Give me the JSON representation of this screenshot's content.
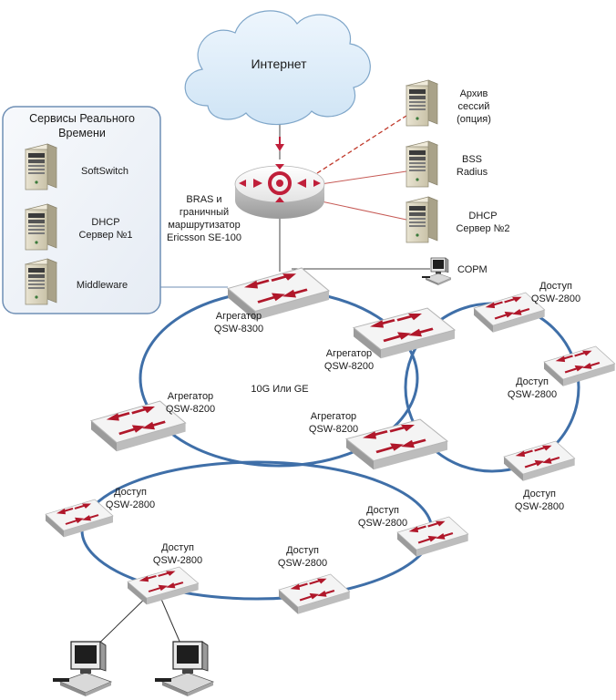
{
  "internet": {
    "label": "Интернет"
  },
  "bras": {
    "lines": [
      "BRAS и",
      "граничный",
      "маршрутизатор",
      "Ericsson SE-100"
    ]
  },
  "realtime_services": {
    "title_lines": [
      "Сервисы Реального",
      "Времени"
    ],
    "servers": [
      {
        "lines": [
          "SoftSwitch"
        ]
      },
      {
        "lines": [
          "DHCP",
          "Сервер №1"
        ]
      },
      {
        "lines": [
          "Middleware"
        ]
      }
    ]
  },
  "right_servers": [
    {
      "lines": [
        "Архив",
        "сессий",
        "(опция)"
      ]
    },
    {
      "lines": [
        "BSS",
        "Radius"
      ]
    },
    {
      "lines": [
        "DHCP",
        "Сервер №2"
      ]
    }
  ],
  "sorm": {
    "label": "СОРМ"
  },
  "ring_label": "10G Или GE",
  "switches": {
    "agg_top": [
      "Агрегатор",
      "QSW-8300"
    ],
    "agg_right": [
      "Агрегатор",
      "QSW-8200"
    ],
    "agg_left": [
      "Агрегатор",
      "QSW-8200"
    ],
    "agg_mid": [
      "Агрегатор",
      "QSW-8200"
    ],
    "acc_r1": [
      "Доступ",
      "QSW-2800"
    ],
    "acc_r2": [
      "Доступ",
      "QSW-2800"
    ],
    "acc_r3": [
      "Доступ",
      "QSW-2800"
    ],
    "acc_l1": [
      "Доступ",
      "QSW-2800"
    ],
    "acc_l2": [
      "Доступ",
      "QSW-2800"
    ],
    "acc_b1": [
      "Доступ",
      "QSW-2800"
    ],
    "acc_b2": [
      "Доступ",
      "QSW-2800"
    ]
  },
  "colors": {
    "ring": "#3f6fa8",
    "switch_arrow": "#b0172a",
    "dashed_link": "#c0392b",
    "panel_border": "#6f8fb5",
    "panel_fill": "#f1f4f9",
    "cloud_fill": "#dcecf8",
    "router_accent": "#c01f3a"
  }
}
